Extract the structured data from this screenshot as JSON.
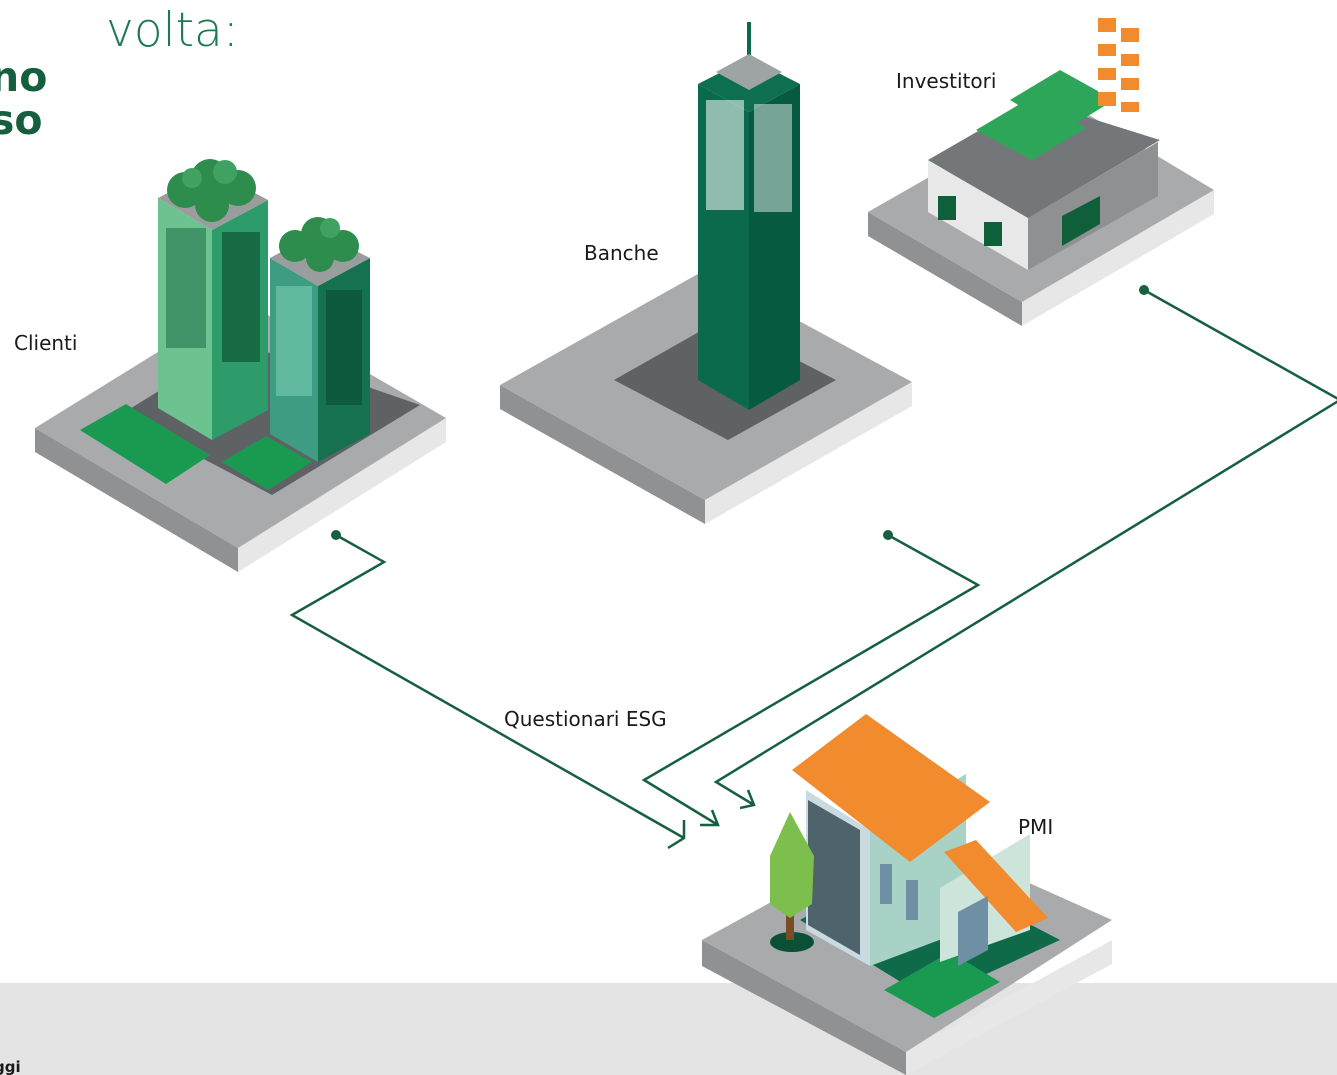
{
  "headline": {
    "line1": "volta:",
    "line2": "no",
    "line3": "so"
  },
  "footer": {
    "text": "ggi"
  },
  "diagram": {
    "nodes": {
      "clienti": "Clienti",
      "banche": "Banche",
      "investitori": "Investitori",
      "pmi": "PMI"
    },
    "edge_label": "Questionari ESG"
  },
  "colors": {
    "connector": "#17603f",
    "dark_green": "#0b6a4e",
    "mid_green": "#2e9b6a",
    "light_green": "#6cc38f",
    "lawn_green": "#1a9a50",
    "roof_orange": "#f28a2e",
    "base_grey": "#a9abad",
    "base_light": "#e8e8e8",
    "footer_band": "#e4e4e4"
  }
}
